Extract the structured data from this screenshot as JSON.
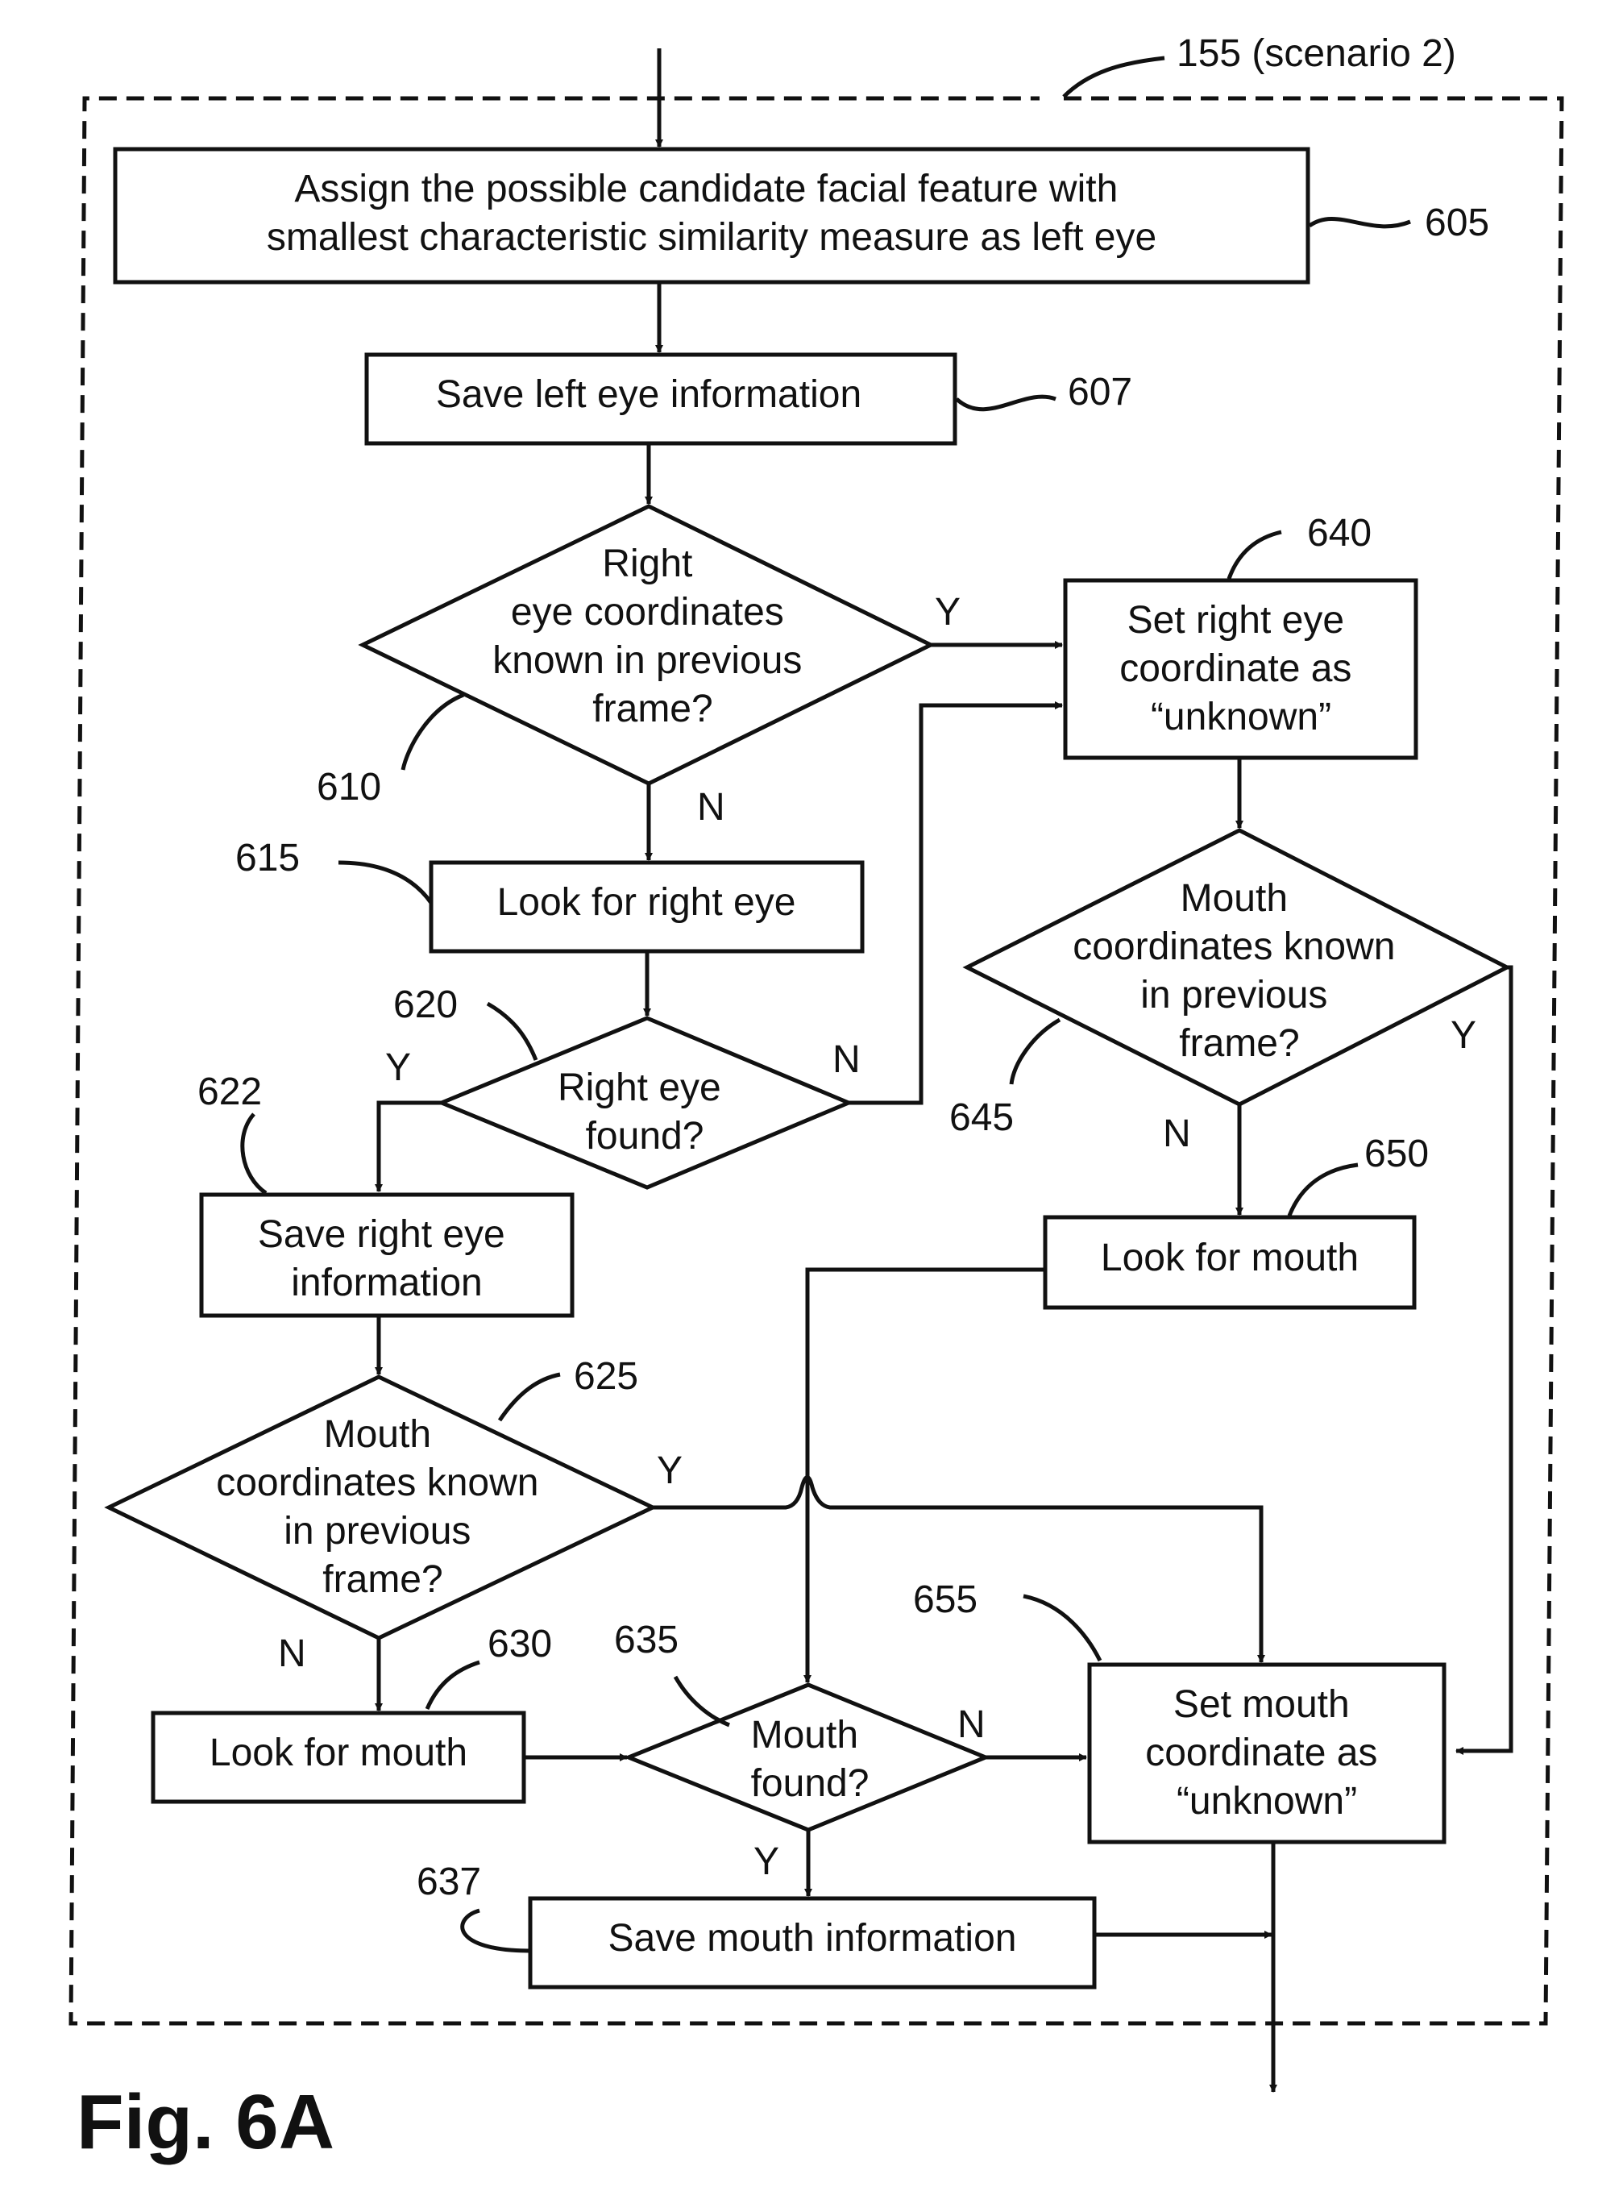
{
  "figure": {
    "label": "Fig. 6A",
    "scenario_ref": "155 (scenario 2)"
  },
  "colors": {
    "ink": "#111111",
    "paper": "#ffffff"
  },
  "nodes": {
    "n605": {
      "ref": "605",
      "lines": [
        "Assign the possible candidate facial feature with",
        "smallest characteristic similarity measure as left eye"
      ]
    },
    "n607": {
      "ref": "607",
      "lines": [
        "Save left eye information"
      ]
    },
    "n610": {
      "ref": "610",
      "lines": [
        "Right",
        "eye coordinates",
        "known in previous",
        "frame?"
      ]
    },
    "n615": {
      "ref": "615",
      "lines": [
        "Look for right eye"
      ]
    },
    "n620": {
      "ref": "620",
      "lines": [
        "Right eye",
        "found?"
      ]
    },
    "n622": {
      "ref": "622",
      "lines": [
        "Save right eye",
        "information"
      ]
    },
    "n625": {
      "ref": "625",
      "lines": [
        "Mouth",
        "coordinates known",
        "in previous",
        "frame?"
      ]
    },
    "n630": {
      "ref": "630",
      "lines": [
        "Look for mouth"
      ]
    },
    "n635": {
      "ref": "635",
      "lines": [
        "Mouth",
        "found?"
      ]
    },
    "n637": {
      "ref": "637",
      "lines": [
        "Save mouth information"
      ]
    },
    "n640": {
      "ref": "640",
      "lines": [
        "Set right eye",
        "coordinate as",
        "“unknown”"
      ]
    },
    "n645": {
      "ref": "645",
      "lines": [
        "Mouth",
        "coordinates known",
        "in previous",
        "frame?"
      ]
    },
    "n650": {
      "ref": "650",
      "lines": [
        "Look for mouth"
      ]
    },
    "n655": {
      "ref": "655",
      "lines": [
        "Set mouth",
        "coordinate as",
        "“unknown”"
      ]
    }
  },
  "branch_labels": {
    "yes": "Y",
    "no": "N"
  }
}
